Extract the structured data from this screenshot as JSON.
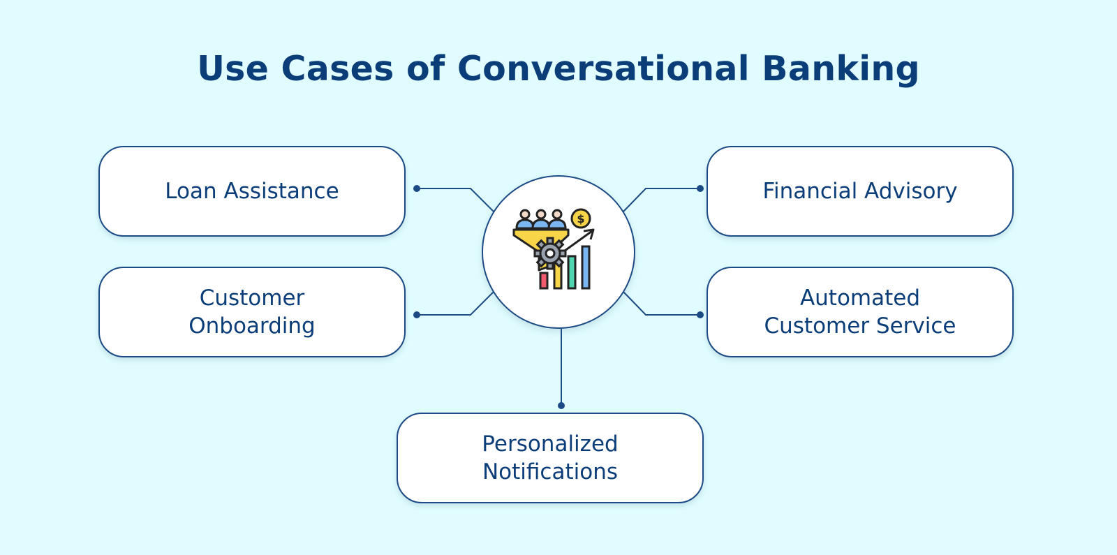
{
  "title": "Use Cases of Conversational Banking",
  "center_icon": "sales-funnel-growth-icon",
  "use_cases": [
    "Loan Assistance",
    "Customer\nOnboarding",
    "Financial Advisory",
    "Automated\nCustomer Service",
    "Personalized\nNotifications"
  ],
  "colors": {
    "background": "#e1fcfe",
    "text": "#0b3d78",
    "border": "#1b4a84",
    "box_fill": "#ffffff"
  }
}
